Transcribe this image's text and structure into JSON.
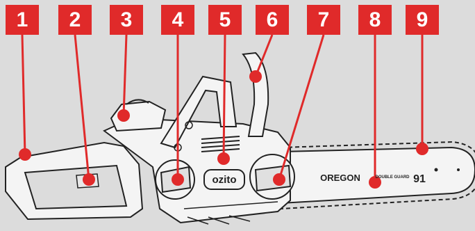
{
  "colors": {
    "background": "#dcdcdc",
    "callout": "#e02a2a",
    "callout_text": "#ffffff",
    "line": "#222222",
    "body": "#f4f4f4"
  },
  "callouts": [
    {
      "id": "1",
      "label": "1"
    },
    {
      "id": "2",
      "label": "2"
    },
    {
      "id": "3",
      "label": "3"
    },
    {
      "id": "4",
      "label": "4"
    },
    {
      "id": "5",
      "label": "5"
    },
    {
      "id": "6",
      "label": "6"
    },
    {
      "id": "7",
      "label": "7"
    },
    {
      "id": "8",
      "label": "8"
    },
    {
      "id": "9",
      "label": "9"
    }
  ],
  "product_marks": {
    "brand_logo": "ozito",
    "bar_brand": "OREGON",
    "bar_model": "91",
    "bar_guard": "DOUBLE GUARD"
  }
}
